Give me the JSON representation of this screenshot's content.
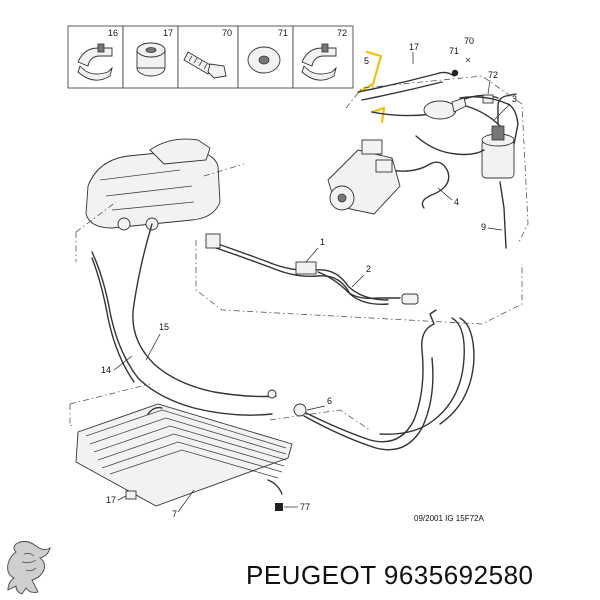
{
  "top_strip": {
    "cells": [
      {
        "number": "16",
        "icon": "clip-icon"
      },
      {
        "number": "17",
        "icon": "rubber-grommet-icon"
      },
      {
        "number": "70",
        "icon": "bolt-icon"
      },
      {
        "number": "71",
        "icon": "washer-icon"
      },
      {
        "number": "72",
        "icon": "clip-icon"
      }
    ]
  },
  "callouts": [
    {
      "id": "c5",
      "text": "5"
    },
    {
      "id": "c17a",
      "text": "17"
    },
    {
      "id": "c71",
      "text": "71"
    },
    {
      "id": "c70",
      "text": "70"
    },
    {
      "id": "c72",
      "text": "72"
    },
    {
      "id": "c3",
      "text": "3"
    },
    {
      "id": "c4",
      "text": "4"
    },
    {
      "id": "c9",
      "text": "9"
    },
    {
      "id": "c1",
      "text": "1"
    },
    {
      "id": "c2",
      "text": "2"
    },
    {
      "id": "c15",
      "text": "15"
    },
    {
      "id": "c14",
      "text": "14"
    },
    {
      "id": "c6",
      "text": "6"
    },
    {
      "id": "c17b",
      "text": "17"
    },
    {
      "id": "c7",
      "text": "7"
    },
    {
      "id": "c77",
      "text": "77"
    }
  ],
  "drawing_reference": "09/2001 IG 15F72A",
  "brand": {
    "logo": "peugeot-lion-logo",
    "caption": "PEUGEOT 9635692580"
  },
  "colors": {
    "highlight": "#f2c200",
    "line": "#333333"
  }
}
